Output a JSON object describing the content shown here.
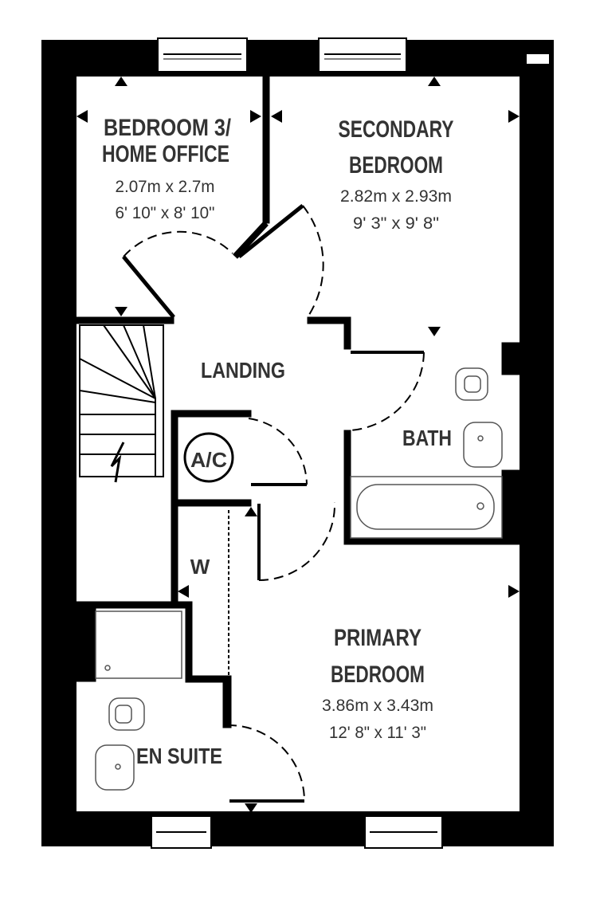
{
  "rooms": {
    "bedroom3": {
      "name_line1": "BEDROOM 3/",
      "name_line2": "HOME OFFICE",
      "metric": "2.07m x 2.7m",
      "imperial": "6' 10\" x 8' 10\""
    },
    "secondary": {
      "name_line1": "SECONDARY",
      "name_line2": "BEDROOM",
      "metric": "2.82m x 2.93m",
      "imperial": "9' 3\" x 9' 8\""
    },
    "landing": {
      "name": "LANDING"
    },
    "bath": {
      "name": "BATH"
    },
    "airing_cupboard": {
      "name": "A/C"
    },
    "wardrobe": {
      "name": "W"
    },
    "primary": {
      "name_line1": "PRIMARY",
      "name_line2": "BEDROOM",
      "metric": "3.86m x 3.43m",
      "imperial": "12' 8\" x 11' 3\""
    },
    "en_suite": {
      "name": "EN SUITE"
    }
  }
}
